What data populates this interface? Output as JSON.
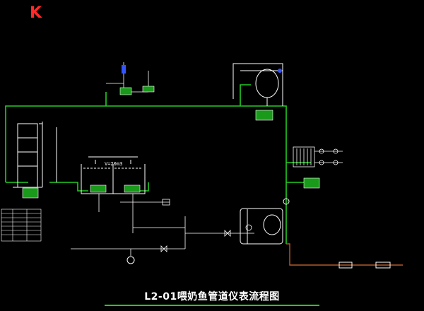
{
  "drawing": {
    "sheet_letter": "K",
    "title": "L2-01喂奶鱼管道仪表流程图",
    "tank_label": "V=20m3",
    "colors": {
      "background": "#000000",
      "pipe_main": "#22cc22",
      "pipe_brown": "#b35a2a",
      "equipment": "#ffffff",
      "instrument_fill": "#1a9a1a",
      "accent_blue": "#3355ff",
      "sheet_letter": "#ff2a2a"
    }
  }
}
